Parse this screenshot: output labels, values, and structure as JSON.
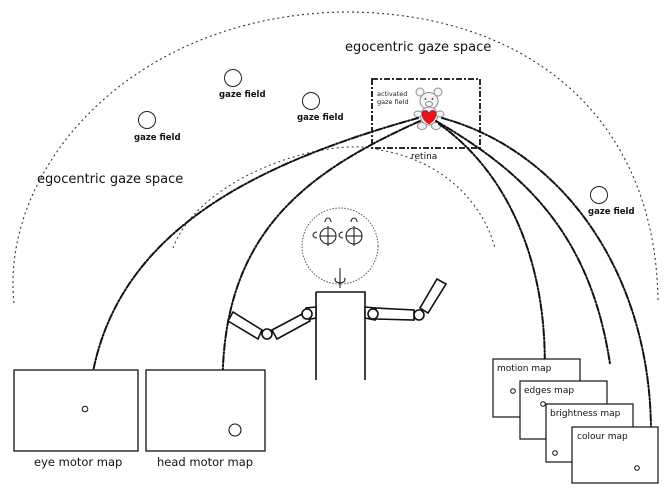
{
  "labels": {
    "gaze_space_top": "egocentric gaze space",
    "gaze_space_left": "egocentric gaze space",
    "gaze_field": "gaze field",
    "activated_line1": "activated",
    "activated_line2": "gaze field",
    "retina": "retina"
  },
  "maps": {
    "eye_motor": "eye motor map",
    "head_motor": "head motor map",
    "motion": "motion map",
    "edges": "edges map",
    "brightness": "brightness map",
    "colour": "colour map"
  },
  "colors": {
    "line": "#111111",
    "heart": "#e8141e",
    "teddy": "#9a9a9a"
  },
  "icons": {
    "target": "teddy-bear-icon",
    "eyes": "eye-gimbal-icon"
  }
}
